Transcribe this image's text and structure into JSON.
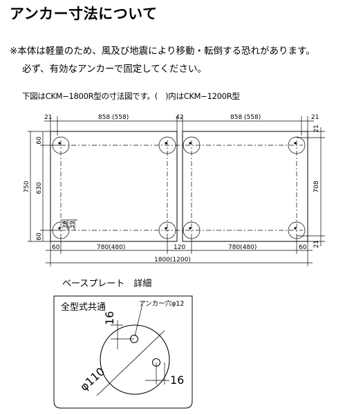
{
  "title": "アンカー寸法について",
  "notes": {
    "line1": "※本体は軽量のため、風及び地震により移動・転倒する恐れがあります。",
    "line2": "必ず、有効なアンカーで固定してください。"
  },
  "caption": "下図はCKM−1800R型の寸法図です。(　)内はCKM−1200R型",
  "plan": {
    "top": {
      "left_margin": "21",
      "left_span": "858 (558)",
      "center_gap": "42",
      "right_span": "858 (558)",
      "right_margin": "21"
    },
    "bottom": {
      "left_edge": "60",
      "left_span": "780(480)",
      "center": "120",
      "right_span": "780(480)",
      "right_edge": "60",
      "overall": "1800(1200)"
    },
    "left": {
      "top": "60",
      "middle": "630",
      "bottom": "60",
      "overall": "750",
      "detail_a": "39",
      "detail_b": "39"
    },
    "right": {
      "top": "21",
      "overall": "708",
      "bottom": "21"
    }
  },
  "detail": {
    "title": "ベースプレート　詳細",
    "subtitle": "全型式共通",
    "anchor_label": "アンカー穴φ12",
    "offset_top": "16",
    "offset_right": "16",
    "diameter": "φ110"
  }
}
